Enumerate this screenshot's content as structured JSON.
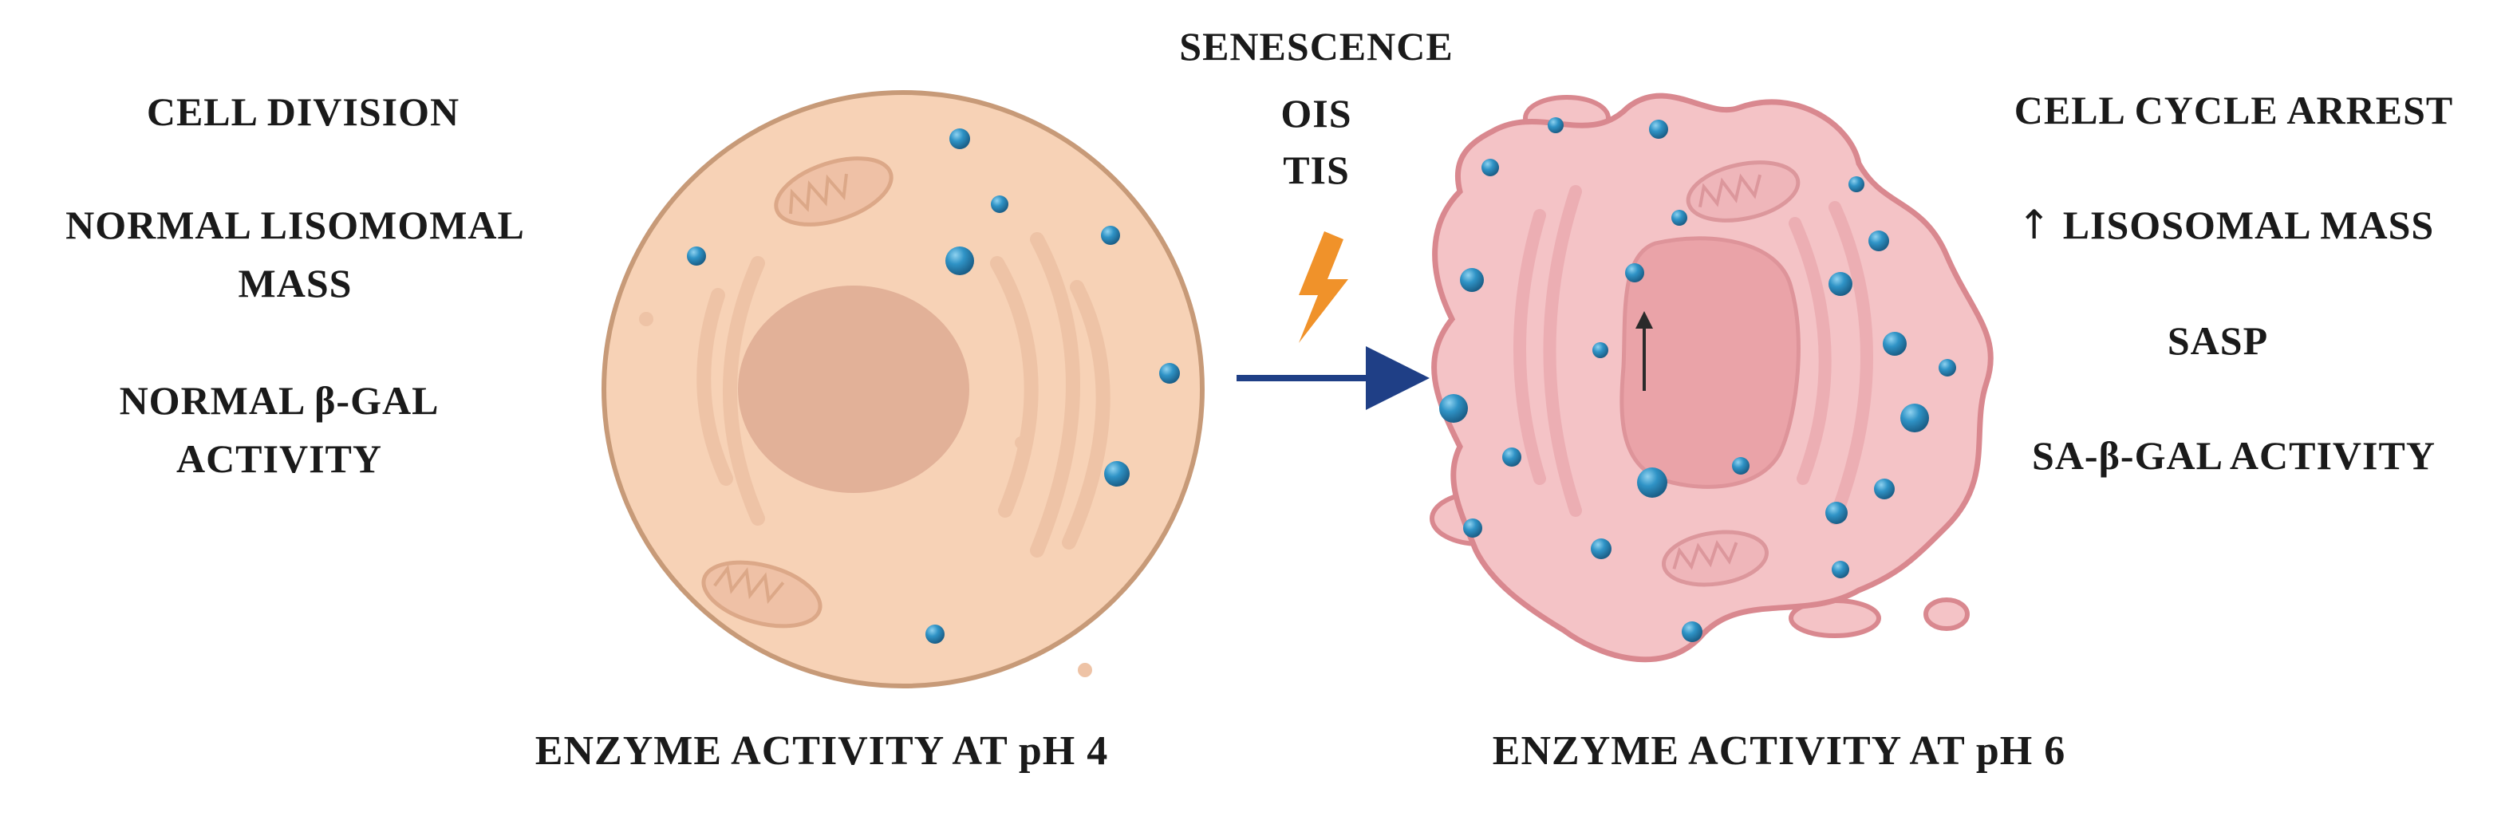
{
  "left_labels": {
    "cell_division": "CELL DIVISION",
    "lysosomal_mass_line1": "NORMAL LISOMOMAL",
    "lysosomal_mass_line2": "MASS",
    "bgal_line1": "NORMAL β-GAL",
    "bgal_line2": "ACTIVITY"
  },
  "center_labels": {
    "senescence": "SENESCENCE",
    "ois": "OIS",
    "tis": "TIS"
  },
  "right_labels": {
    "cell_cycle_arrest": "CELL CYCLE ARREST",
    "lysosomal_mass": "LISOSOMAL MASS",
    "sasp": "SASP",
    "sa_bgal": "SA-β-GAL ACTIVITY"
  },
  "bottom_labels": {
    "left": "ENZYME ACTIVITY AT pH 4",
    "right": "ENZYME ACTIVITY AT pH 6"
  },
  "icons": {
    "increase_arrow": "up-arrow-icon",
    "trigger": "lightning-bolt-icon",
    "transition": "right-arrow-icon"
  },
  "colors": {
    "normal_cell_fill": "#f7d2b6",
    "normal_cell_stroke": "#c79a78",
    "senescent_cell_fill": "#f4c3c6",
    "senescent_cell_stroke": "#d9888f",
    "lysosome": "#2f93c6",
    "lightning": "#f0922a",
    "arrow": "#1f3f86"
  }
}
